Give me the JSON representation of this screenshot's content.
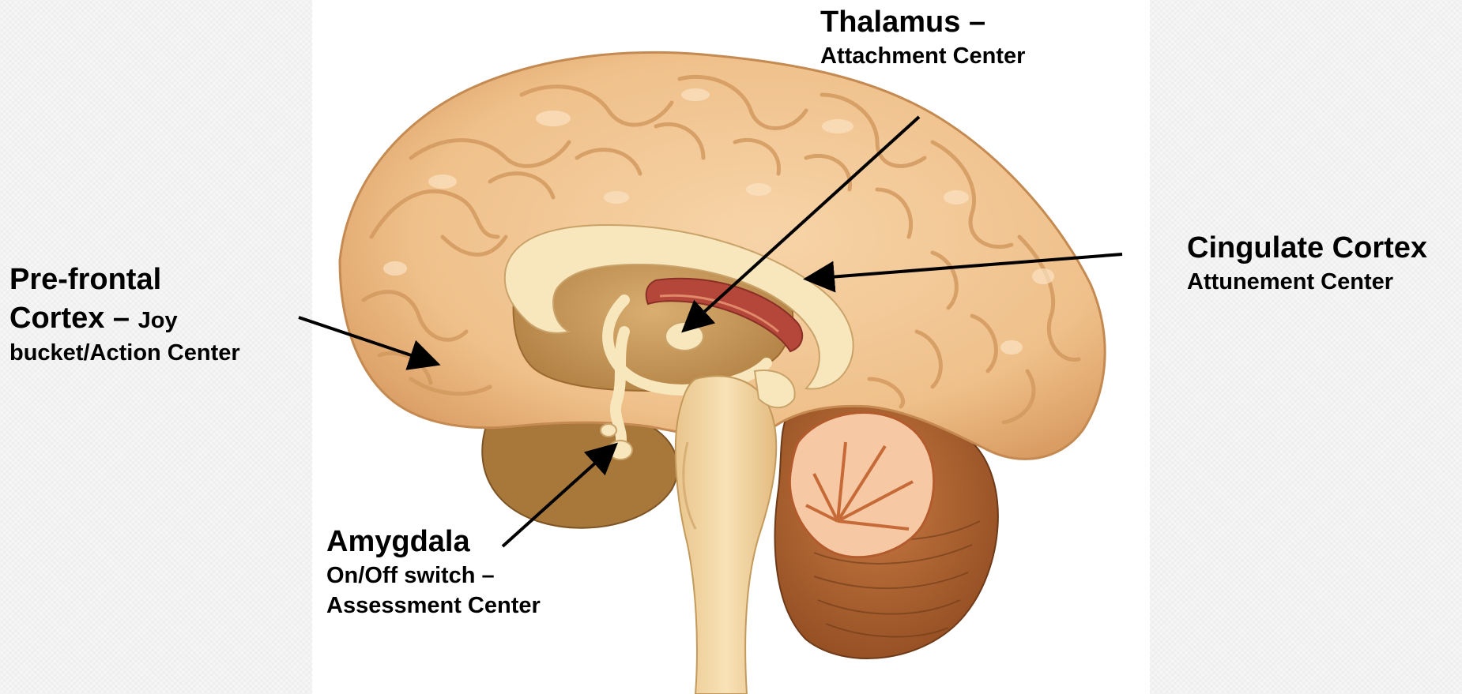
{
  "labels": {
    "thalamus": {
      "title": "Thalamus –",
      "subtitle": "Attachment Center"
    },
    "cingulate": {
      "title": "Cingulate Cortex",
      "subtitle": "Attunement Center"
    },
    "prefrontal": {
      "line1": "Pre-frontal",
      "line2_main": "Cortex –",
      "line2_small": "Joy",
      "line3": "bucket/Action Center"
    },
    "amygdala": {
      "title": "Amygdala",
      "line2": "On/Off switch –",
      "line3": "Assessment Center"
    }
  },
  "colors": {
    "cortex": "#f2c896",
    "cortex_shadow": "#d9a06a",
    "cortex_highlight": "#fbe3c3",
    "corpus_callosum": "#f8e6bd",
    "inner": "#c89a58",
    "red_band": "#b5473a",
    "brainstem": "#f3d7a3",
    "cerebellum": "#b6652f",
    "cerebellum_core": "#f6c8a4",
    "temporal": "#a8773a",
    "arrow": "#000000"
  },
  "icons": {
    "brain": "brain-sagittal-illustration"
  }
}
